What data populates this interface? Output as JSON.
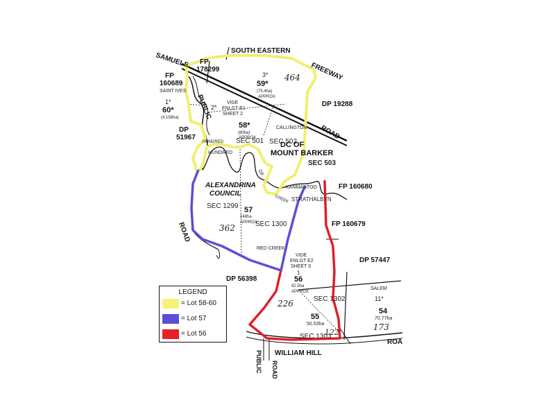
{
  "map": {
    "roads": {
      "samuels": "SAMUELS",
      "south_eastern": "SOUTH EASTERN",
      "freeway": "FREEWAY",
      "road_top": "ROAD",
      "public": "PUBLIC",
      "road_left": "ROAD",
      "william_hill": "WILLIAM HILL",
      "public_road_1": "PUBLIC",
      "public_road_2": "ROAD",
      "road_right": "ROA",
      "callington": "CALLINGTON",
      "kanmantoo": "KANMANTOO",
      "strathalbyn": "STRATHALBYN",
      "creek": "CREEK",
      "red_creek": "RED CREEK"
    },
    "plans": {
      "fp178299_a": "FP",
      "fp178299_b": "178299",
      "fp160689_a": "FP",
      "fp160689_b": "160689",
      "saint_ives": "SAINT IVES",
      "dp51967_a": "DP",
      "dp51967_b": "51967",
      "dp19288": "DP 19288",
      "fp160680": "FP 160680",
      "fp160679": "FP 160679",
      "dp57447": "DP 57447",
      "dp56398": "DP 56398"
    },
    "councils": {
      "dc_line1": "DC OF",
      "dc_line2": "MOUNT BARKER",
      "alex_line1": "ALEXANDRINA",
      "alex_line2": "COUNCIL",
      "hundred": "HUNDRED",
      "of": "OF",
      "hundred2": "HUNDRED"
    },
    "sections": {
      "s501": "SEC 501",
      "s502": "SEC 502",
      "s503": "SEC 503",
      "s1299": "SEC 1299",
      "s1300": "SEC 1300",
      "s1302": "SEC 1302",
      "s1303": "SEC 1303"
    },
    "lots": {
      "l59_star": "3*",
      "l59": "59*",
      "l59_area": "(75.4ha)",
      "l59_approx": "APPROX",
      "l59_hand": "464",
      "l60_star": "1*",
      "l60": "60*",
      "l60_area": "(4.158ha)",
      "l58_star": "2*",
      "l58_vide1": "VIDE",
      "l58_vide2": "ENLGT E1",
      "l58_vide3": "SHEET 2",
      "l58": "58*",
      "l58_area": "(80ha)",
      "l58_approx": "APPROX",
      "l57": "57",
      "l57_area": "148ha",
      "l57_approx": "APPROX",
      "l57_hand": "362",
      "l56_vide1": "VIDE",
      "l56_vide2": "ENLGT E2",
      "l56_vide3": "SHEET 3",
      "l56_star": "1",
      "l56": "56",
      "l56_area": "92.5ha",
      "l56_approx": "APPROX",
      "l56_hand": "226",
      "l55": "55",
      "l55_area": "50.53ha",
      "l55_hand": "122",
      "salem": "SALEM",
      "l54_star": "11*",
      "l54": "54",
      "l54_area": "70.77ha",
      "l54_hand": "173"
    }
  },
  "legend": {
    "title": "LEGEND",
    "items": [
      {
        "label": "= Lot 58-60",
        "color": "#f7f27a"
      },
      {
        "label": "= Lot 57",
        "color": "#5a4fd6"
      },
      {
        "label": "= Lot 56",
        "color": "#e8202a"
      }
    ]
  },
  "colors": {
    "yellow": "#f2ee6e",
    "blue": "#5a4fd6",
    "red": "#e0202a"
  }
}
